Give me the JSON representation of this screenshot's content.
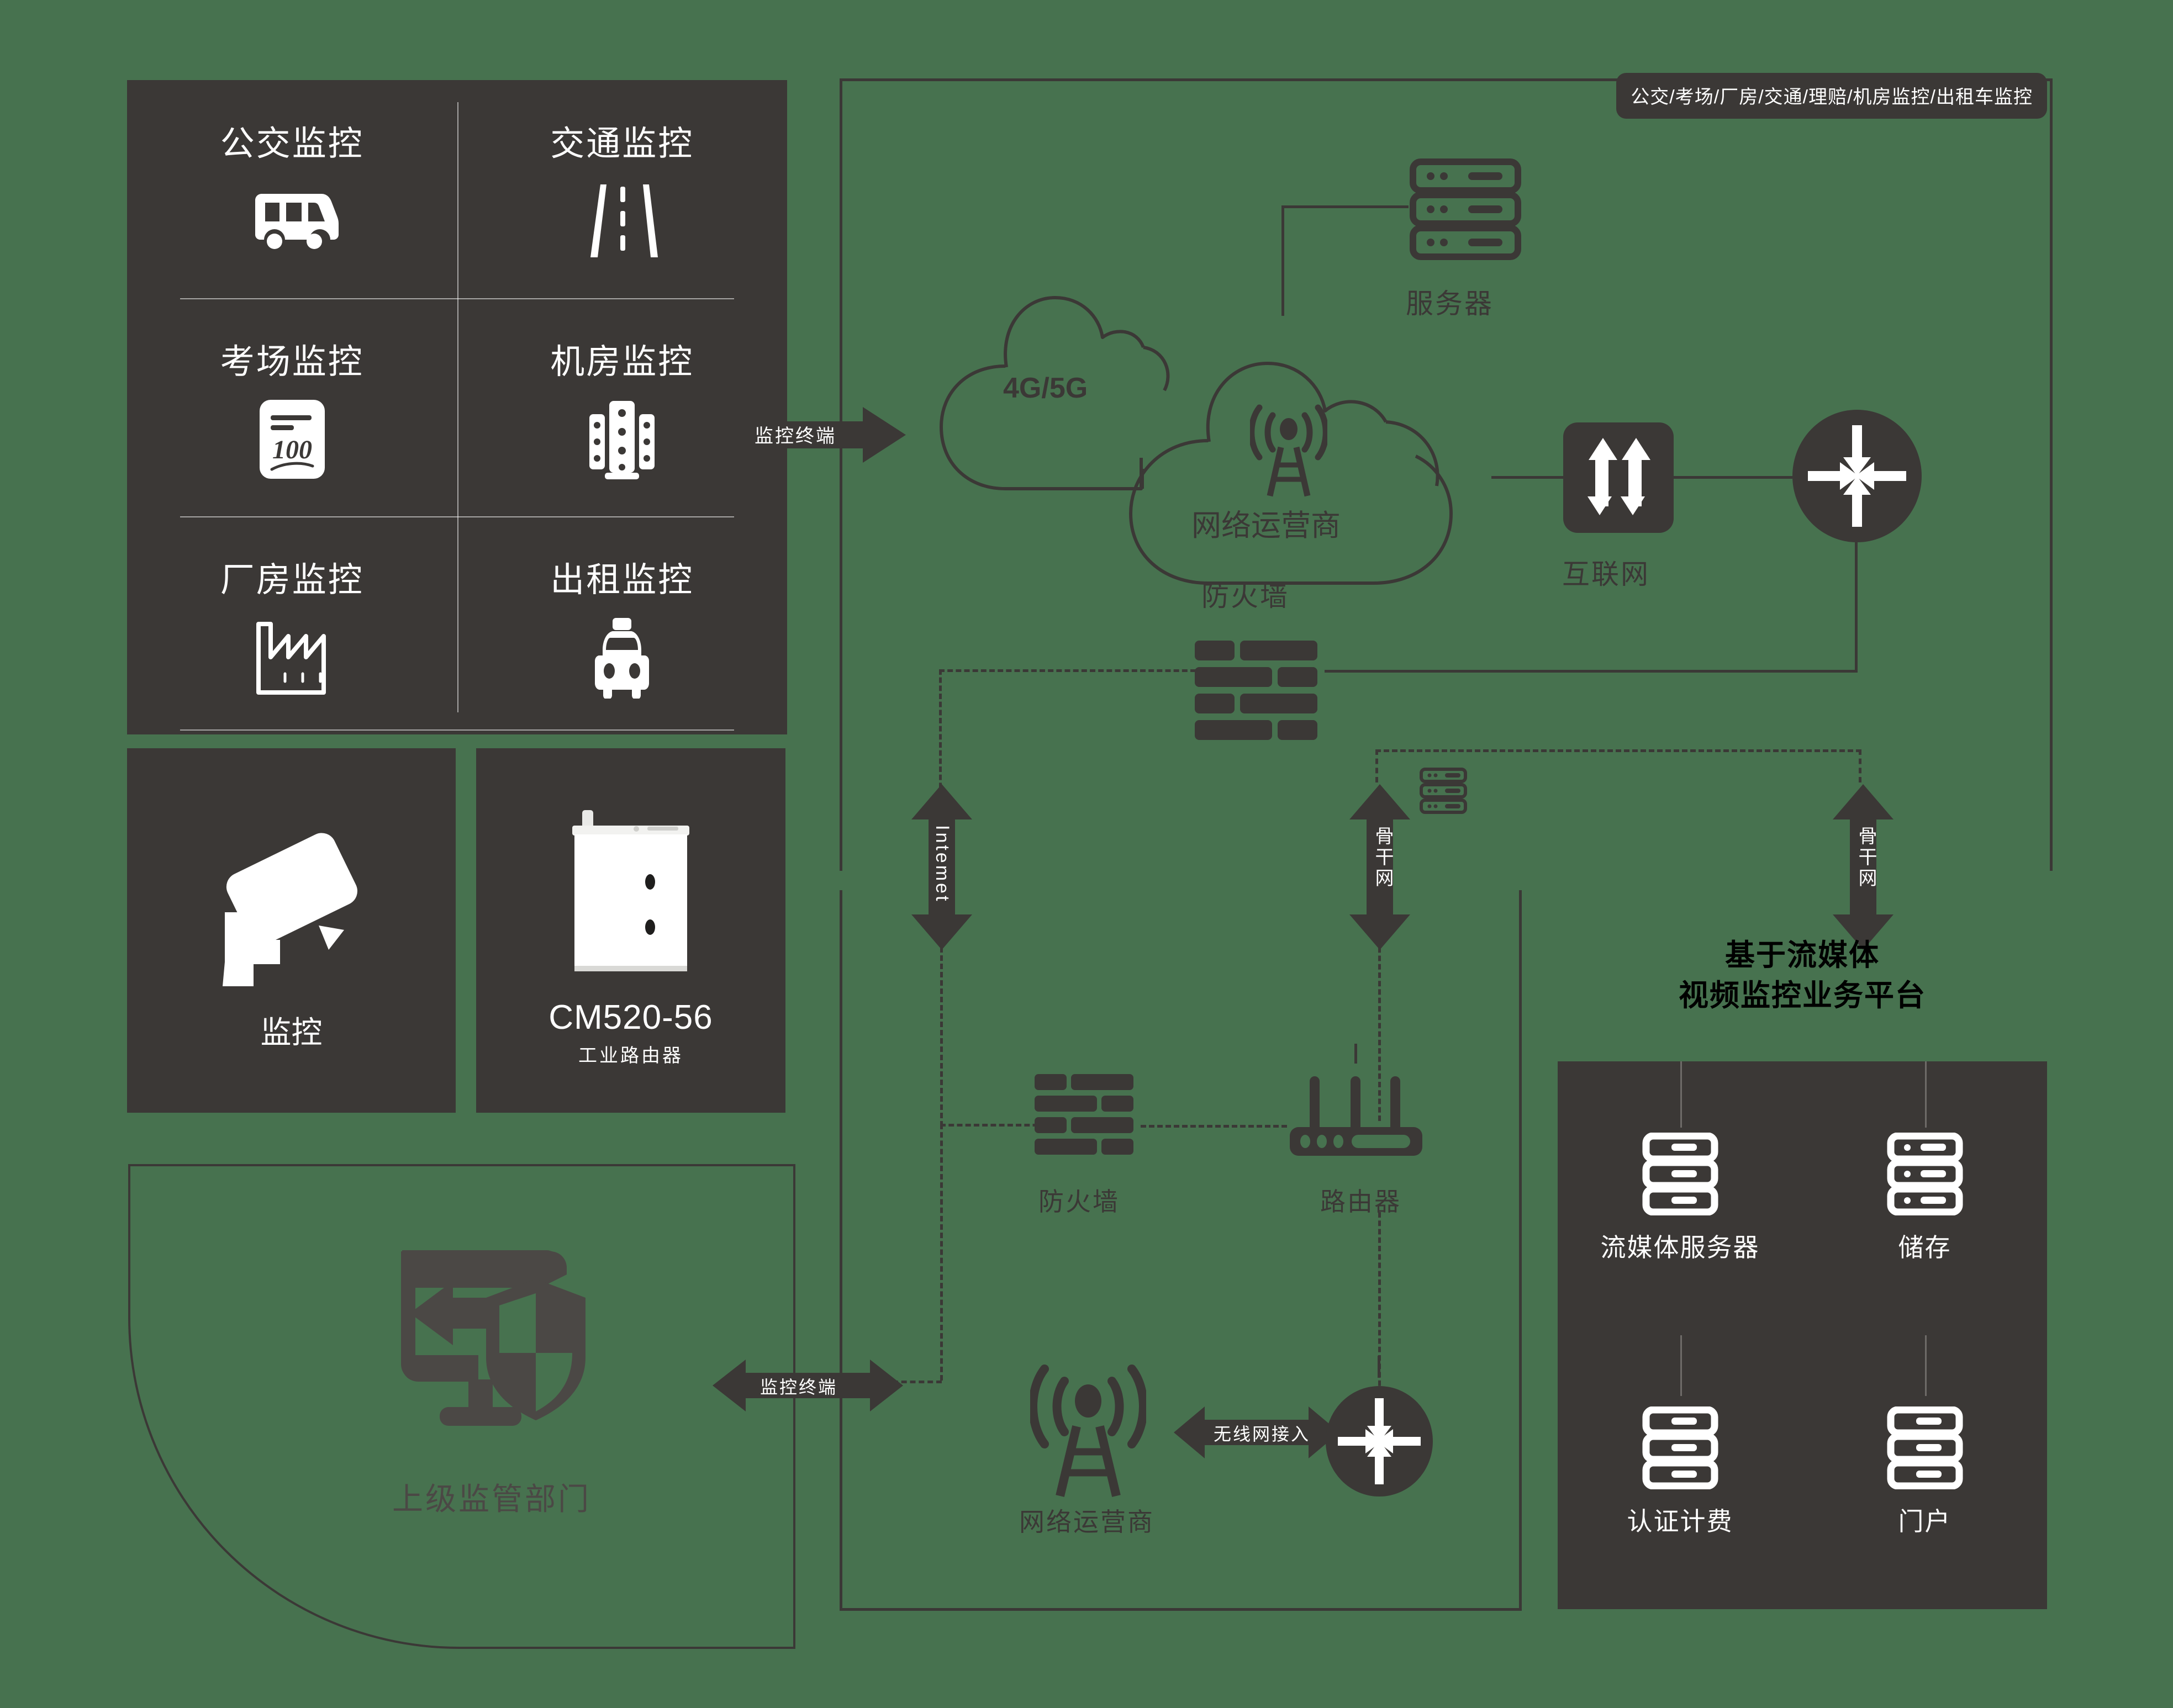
{
  "categories": {
    "items": [
      {
        "label": "公交监控",
        "icon": "bus-icon"
      },
      {
        "label": "交通监控",
        "icon": "road-icon"
      },
      {
        "label": "考场监控",
        "icon": "exam-paper-icon"
      },
      {
        "label": "机房监控",
        "icon": "server-room-icon"
      },
      {
        "label": "厂房监控",
        "icon": "factory-icon"
      },
      {
        "label": "出租监控",
        "icon": "taxi-icon"
      }
    ]
  },
  "devices": {
    "camera": {
      "label": "监控",
      "icon": "cctv-camera-icon"
    },
    "router": {
      "model": "CM520-56",
      "label": "工业路由器",
      "icon": "industrial-router-icon"
    }
  },
  "supervision": {
    "label": "上级监管部门",
    "icon": "monitor-shield-icon"
  },
  "header": {
    "tag": "公交/考场/厂房/交通/理赔/机房监控/出租车监控"
  },
  "cloud": {
    "mobile_label": "4G/5G",
    "operator_label": "网络运营商",
    "operator_icon": "radio-tower-icon"
  },
  "top_nodes": {
    "server": {
      "label": "服务器",
      "icon": "server-rack-icon"
    },
    "firewall": {
      "label": "防火墙",
      "icon": "brick-wall-icon"
    },
    "internet": {
      "label": "互联网",
      "icon": "up-down-arrows-icon"
    },
    "router_switch": {
      "label": "",
      "icon": "four-way-router-icon"
    }
  },
  "mid_nodes": {
    "firewall": {
      "label": "防火墙",
      "icon": "brick-wall-icon"
    },
    "router": {
      "label": "路由器",
      "icon": "wifi-router-icon"
    },
    "operator": {
      "label": "网络运营商",
      "icon": "radio-tower-icon"
    },
    "router_switch": {
      "label": "",
      "icon": "four-way-router-icon"
    }
  },
  "arrows": {
    "terminal_top": "监控终端",
    "terminal_bottom": "监控终端",
    "internet_vertical": "Intemet",
    "backbone_mid": "骨干网",
    "backbone_right": "骨干网",
    "wireless_access": "无线网接入"
  },
  "platform": {
    "title_line1": "基于流媒体",
    "title_line2": "视频监控业务平台",
    "items": [
      {
        "label": "流媒体服务器",
        "icon": "server-stack-icon"
      },
      {
        "label": "储存",
        "icon": "storage-stack-icon"
      },
      {
        "label": "认证计费",
        "icon": "server-stack-icon"
      },
      {
        "label": "门户",
        "icon": "server-stack-icon"
      }
    ]
  },
  "colors": {
    "background": "#47724f",
    "panel": "#3b3836",
    "ink": "#3b3836",
    "text_on_dark": "#ffffff"
  }
}
